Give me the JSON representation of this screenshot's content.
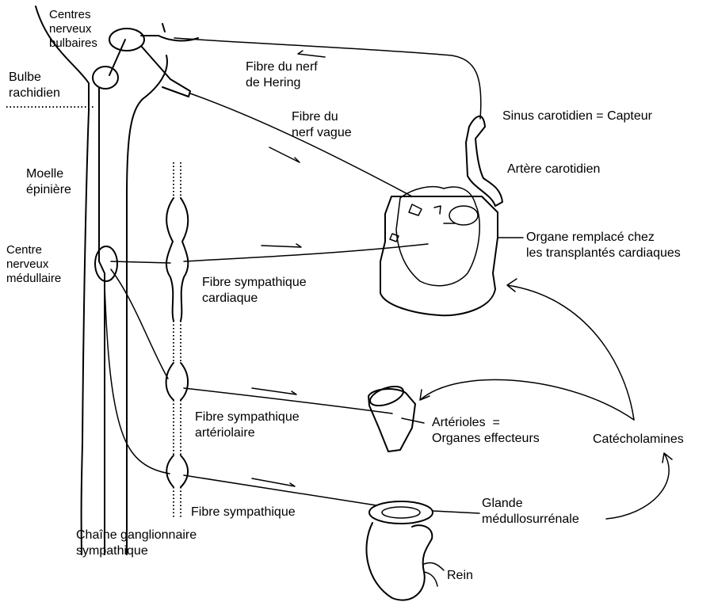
{
  "labels": {
    "centres_bulbaires": "Centres\nnerveux\nbulbaires",
    "bulbe": "Bulbe\nrachidien",
    "hering": "Fibre du nerf\nde Hering",
    "vague": "Fibre du\nnerf vague",
    "sinus": "Sinus carotidien = Capteur",
    "artere": "Artère carotidien",
    "moelle": "Moelle\népinière",
    "centre_medullaire": "Centre\nnerveux\nmédullaire",
    "organe": "Organe remplacé chez\nles transplantés cardiaques",
    "fibre_cardiaque": "Fibre sympathique\ncardiaque",
    "fibre_arteriolaire": "Fibre sympathique\nartériolaire",
    "arterioles": "Artérioles  =\nOrganes effecteurs",
    "catecholamines": "Catécholamines",
    "glande": "Glande\nmédullosurrénale",
    "fibre_sympathique": "Fibre sympathique",
    "chaine": "Chaîne ganglionnaire\nsympathique",
    "rein": "Rein"
  }
}
